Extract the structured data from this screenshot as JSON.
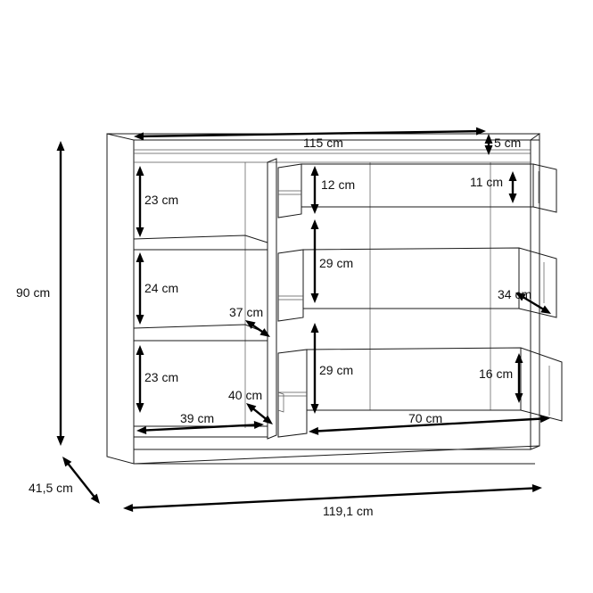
{
  "dimensions": {
    "overall_height": "90 cm",
    "overall_depth": "41,5 cm",
    "overall_width": "119,1 cm",
    "inner_width": "115 cm",
    "top_gap": "5 cm",
    "shelf_top_height": "23 cm",
    "shelf_middle_height": "24 cm",
    "shelf_bottom_height": "23 cm",
    "shelf_depth": "37 cm",
    "bottom_depth": "40 cm",
    "shelf_width": "39 cm",
    "drawer_top_front": "12 cm",
    "drawer_top_inner": "11 cm",
    "drawer_middle_front": "29 cm",
    "drawer_middle_depth": "34 cm",
    "drawer_bottom_front": "29 cm",
    "drawer_bottom_inner": "16 cm",
    "drawer_width": "70 cm"
  },
  "colors": {
    "line": "#1a1a1a",
    "arrow": "#000000",
    "fill": "#ffffff",
    "text": "#111111"
  }
}
